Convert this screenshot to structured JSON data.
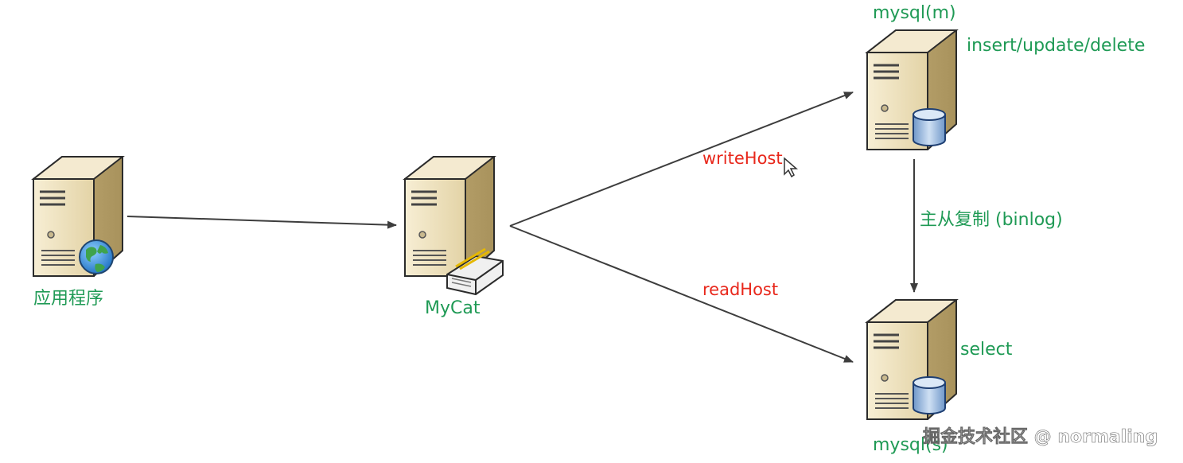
{
  "colors": {
    "green_label": "#1f9a55",
    "red_label": "#e8271b",
    "arrow": "#3d3d3d",
    "server_body": "#efe3c2",
    "server_shade": "#cdbb8b"
  },
  "nodes": {
    "app": {
      "label": "应用程序",
      "icon": "globe-icon"
    },
    "mycat": {
      "label": "MyCat",
      "icon": "router-icon"
    },
    "master": {
      "label": "mysql(m)",
      "note": "insert/update/delete",
      "icon": "database-icon"
    },
    "slave": {
      "label": "mysql(s)",
      "note": "select",
      "icon": "database-icon"
    }
  },
  "edges": {
    "app_to_mycat": {
      "label": ""
    },
    "write": {
      "label": "writeHost"
    },
    "read": {
      "label": "readHost"
    },
    "replication": {
      "label": "主从复制 (binlog)"
    }
  },
  "watermark": "掘金技术社区 @ normaling"
}
